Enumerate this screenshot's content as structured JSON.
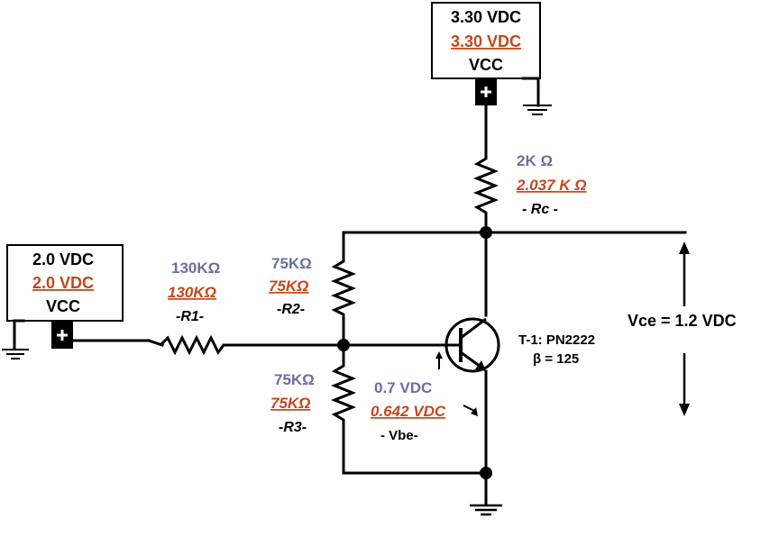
{
  "supply_top": {
    "line1": "3.30 VDC",
    "line2": "3.30 VDC",
    "line3": "VCC"
  },
  "supply_left": {
    "line1": "2.0 VDC",
    "line2": "2.0 VDC",
    "line3": "VCC"
  },
  "rc": {
    "nominal": "2K Ω",
    "measured": "2.037 K Ω",
    "name": "- Rc -"
  },
  "r1": {
    "nominal": "130KΩ",
    "measured": "130KΩ",
    "name": "-R1-"
  },
  "r2": {
    "nominal": "75KΩ",
    "measured": "75KΩ",
    "name": "-R2-"
  },
  "r3": {
    "nominal": "75KΩ",
    "measured": "75KΩ",
    "name": "-R3-"
  },
  "vbe": {
    "nominal": "0.7 VDC",
    "measured": "0.642 VDC",
    "name": "- Vbe-"
  },
  "transistor": {
    "label": "T-1: PN2222",
    "beta": "β = 125"
  },
  "vce": {
    "label": "Vce = 1.2 VDC"
  },
  "colors": {
    "nominal": "#6b6fa0",
    "measured": "#c4481c",
    "wire": "#000000"
  }
}
